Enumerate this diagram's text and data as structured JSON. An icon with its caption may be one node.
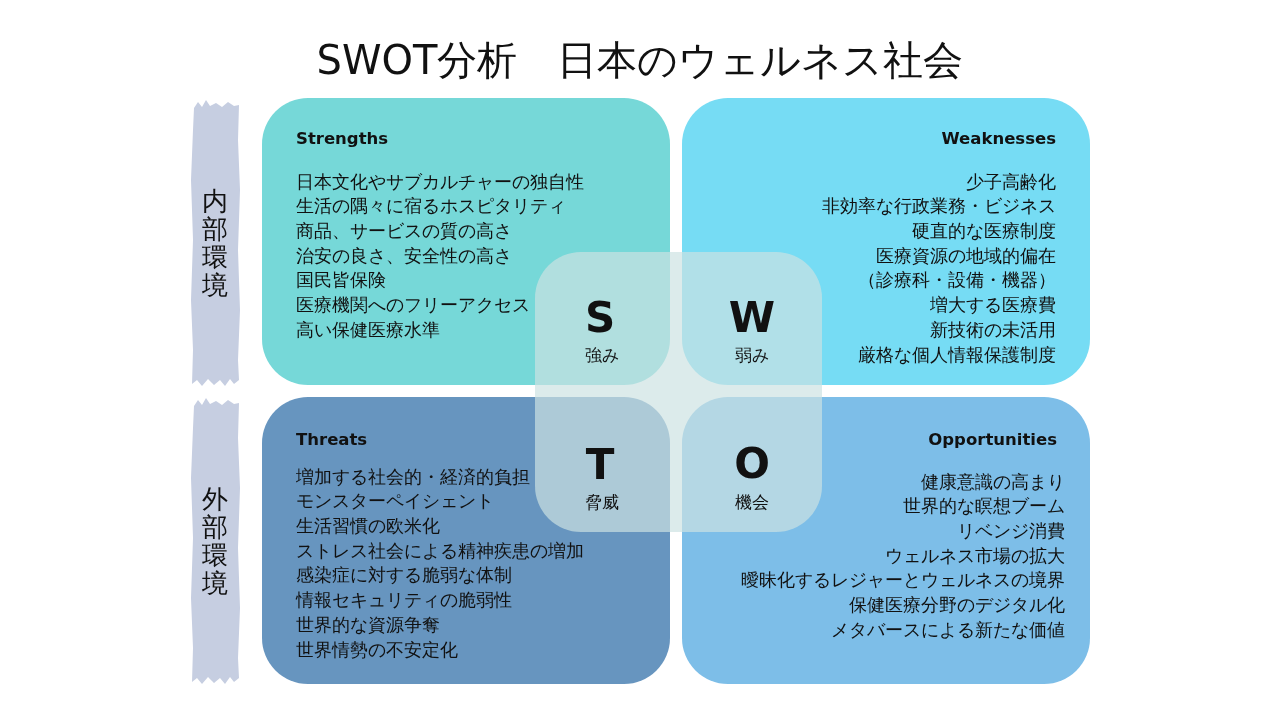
{
  "diagram": {
    "title": "SWOT分析　日本のウェルネス社会",
    "nodes": [
      {
        "text": [
          "内部環境"
        ]
      },
      {
        "text": [
          "Strengths",
          "日本文化やサブカルチャーの独自性",
          "生活の隅々に宿るホスピタリティ",
          "商品、サービスの質の高さ",
          "治安の良さ、安全性の高さ",
          "国民皆保険",
          "医療機関へのフリーアクセス",
          "高い保健医療水準"
        ]
      },
      {
        "text": [
          "Weaknesses",
          "少子高齢化",
          "非効率な行政業務・ビジネス",
          "硬直的な医療制度",
          "医療資源の地域的偏在（診療科・設備・機器）",
          "増大する医療費",
          "新技術の未活用",
          "厳格な個人情報保護制度"
        ]
      },
      {
        "text": [
          "S",
          "強み",
          "W",
          "弱み",
          "T",
          "脅威",
          "O",
          "機会"
        ]
      },
      {
        "text": [
          "外部環境"
        ]
      },
      {
        "text": [
          "Threats",
          "増加する社会的・経済的負担",
          "モンスターペイシェント",
          "生活習慣の欧米化",
          "ストレス社会による精神疾患の増加",
          "感染症に対する脆弱な体制",
          "情報セキュリティの脆弱性",
          "世界的な資源争奪",
          "世界情勢の不安定化"
        ]
      },
      {
        "text": [
          "Opportunities",
          "健康意識の高まり",
          "世界的な瞑想ブーム",
          "リベンジ消費",
          "ウェルネス市場の拡大",
          "曖昧化するレジャーとウェルネスの境界",
          "保健医療分野のデジタル化",
          "メタバースによる新たな価値"
        ]
      }
    ]
  }
}
